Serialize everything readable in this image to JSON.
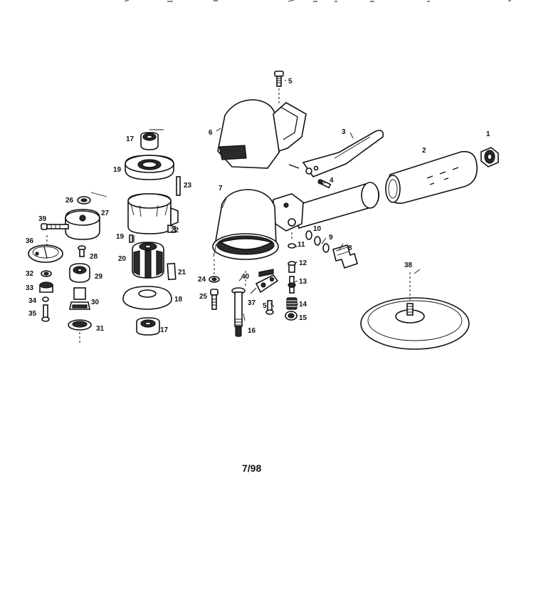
{
  "date_code": "7/98",
  "parts": [
    "1",
    "2",
    "3",
    "4",
    "5",
    "6",
    "7",
    "8",
    "9",
    "10",
    "11",
    "12",
    "13",
    "14",
    "15",
    "16",
    "17",
    "18",
    "19",
    "20",
    "21",
    "22",
    "23",
    "24",
    "25",
    "26",
    "27",
    "28",
    "29",
    "30",
    "31",
    "32",
    "33",
    "34",
    "35",
    "36",
    "37",
    "38",
    "39",
    "40"
  ]
}
